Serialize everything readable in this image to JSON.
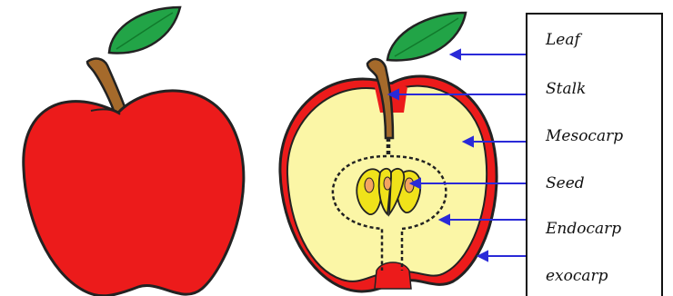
{
  "labels": {
    "leaf": "Leaf",
    "stalk": "Stalk",
    "mesocarp": "Mesocarp",
    "seed": "Seed",
    "endocarp": "Endocarp",
    "exocarp": "exocarp"
  },
  "colors": {
    "apple_red": "#ec1b1b",
    "flesh": "#fbf6a6",
    "leaf_green": "#22a447",
    "stalk_brown": "#a56a2b",
    "arrow_blue": "#2a2ad8",
    "seed_yellow": "#f0e21a",
    "seed_orange": "#f3a460"
  }
}
